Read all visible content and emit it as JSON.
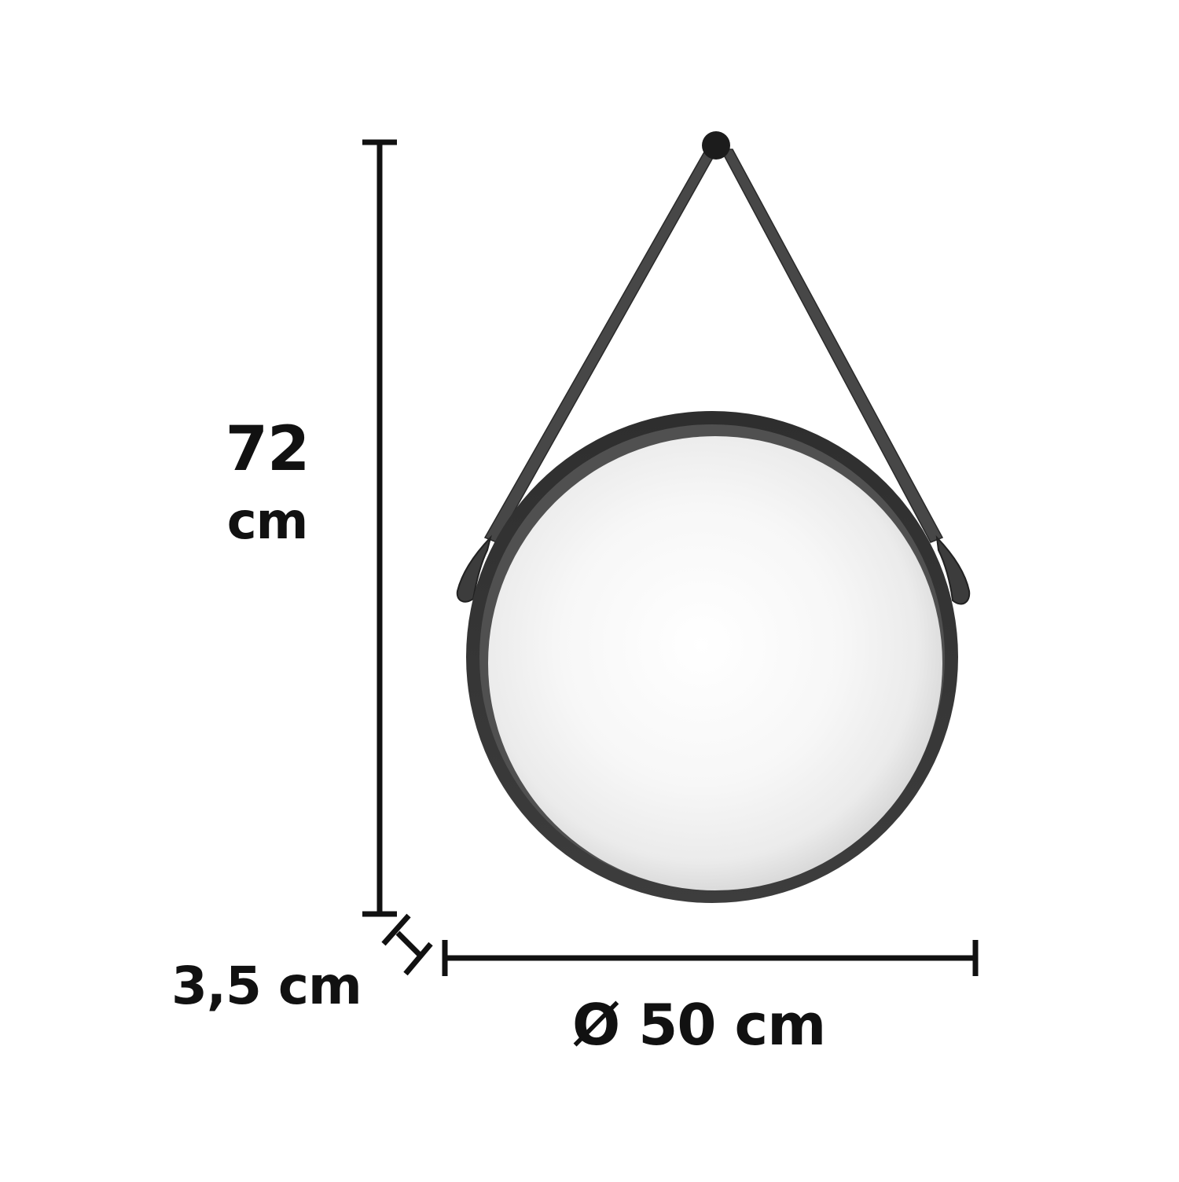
{
  "dimensions": {
    "height": {
      "value": "72",
      "unit": "cm"
    },
    "depth": {
      "label": "3,5 cm"
    },
    "diameter": {
      "label": "Ø 50 cm"
    }
  },
  "colors": {
    "frame": "#3a3a3a",
    "strap": "#4a4a4a",
    "knob": "#1c1c1c",
    "dimension_lines": "#111111",
    "glass_center": "#ffffff",
    "glass_edge": "#d9d9d9"
  }
}
